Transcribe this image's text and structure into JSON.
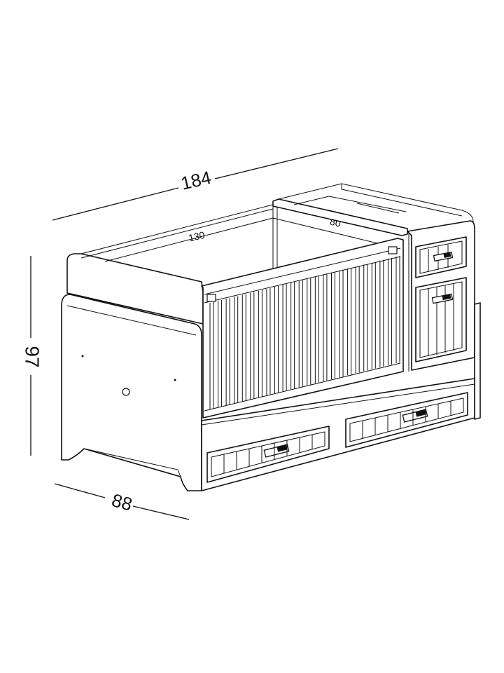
{
  "dimensions": {
    "total_length": "184",
    "height": "97",
    "depth": "88",
    "bed_length": "130",
    "top_length": "80"
  },
  "colors": {
    "line": "#111111",
    "background": "#ffffff"
  }
}
